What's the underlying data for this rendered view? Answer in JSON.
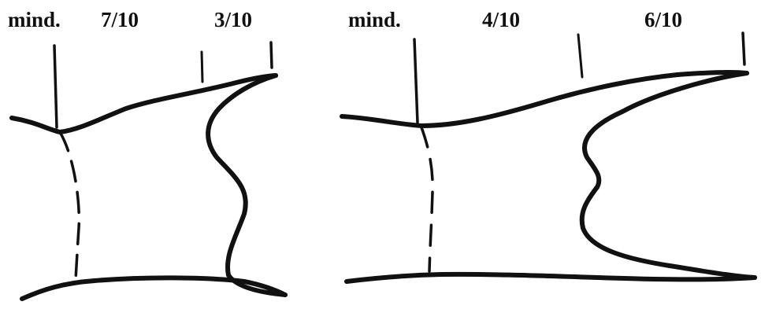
{
  "diagrams": [
    {
      "labels": {
        "mind": "mind.",
        "first_fraction": "7/10",
        "second_fraction": "3/10"
      }
    },
    {
      "labels": {
        "mind": "mind.",
        "first_fraction": "4/10",
        "second_fraction": "6/10"
      }
    }
  ],
  "colors": {
    "ink": "#111111",
    "paper": "#ffffff"
  }
}
